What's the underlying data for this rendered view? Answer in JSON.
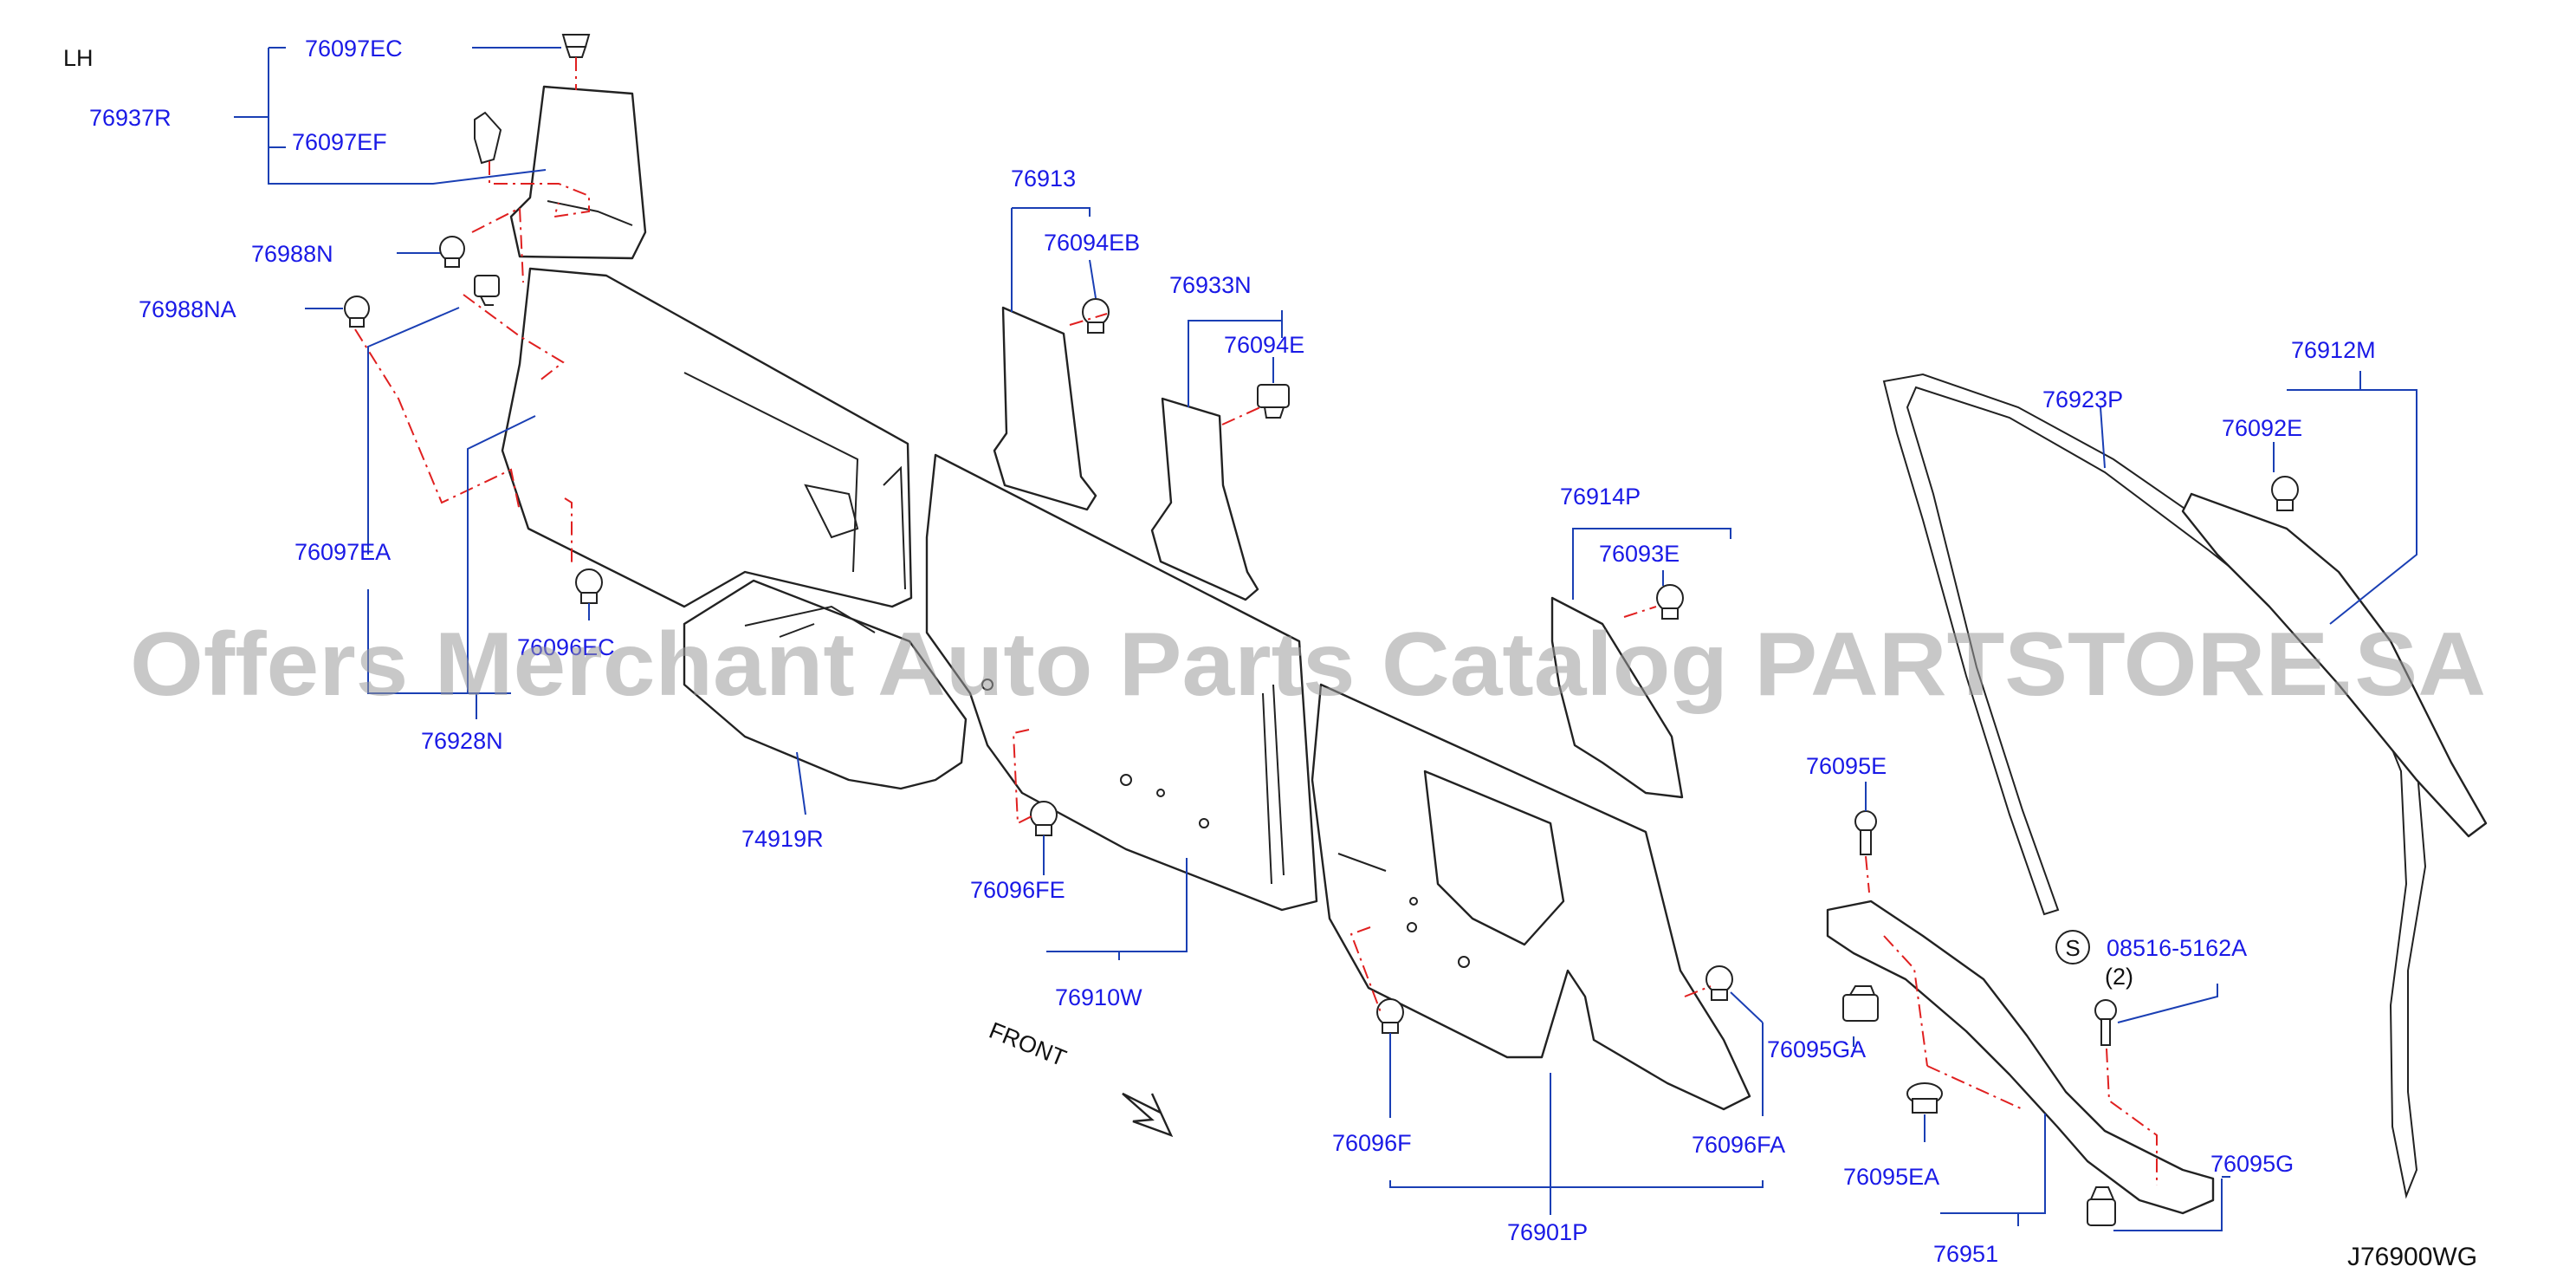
{
  "side_label": "LH",
  "diagram_code": "J76900WG",
  "watermark": "Offers Merchant Auto Parts Catalog PARTSTORE.SA",
  "front_label": "FRONT",
  "screw_symbol": "S",
  "screw_qty": "(2)",
  "colors": {
    "part_number": "#1a1ae6",
    "leader": "#1a3fb4",
    "hidden_line": "#e02020",
    "outline": "#222222"
  },
  "parts": {
    "p76097EC": "76097EC",
    "p76937R": "76937R",
    "p76097EF": "76097EF",
    "p76988N": "76988N",
    "p76988NA": "76988NA",
    "p76097EA": "76097EA",
    "p76096EC": "76096EC",
    "p76928N": "76928N",
    "p74919R": "74919R",
    "p76913": "76913",
    "p76094EB": "76094EB",
    "p76933N": "76933N",
    "p76094E": "76094E",
    "p76096FE": "76096FE",
    "p76910W": "76910W",
    "p76914P": "76914P",
    "p76093E": "76093E",
    "p76923P": "76923P",
    "p76912M": "76912M",
    "p76092E": "76092E",
    "p76095E": "76095E",
    "p08516": "08516-5162A",
    "p76095GA": "76095GA",
    "p76096FA": "76096FA",
    "p76096F": "76096F",
    "p76095EA": "76095EA",
    "p76095G": "76095G",
    "p76901P": "76901P",
    "p76951": "76951"
  }
}
